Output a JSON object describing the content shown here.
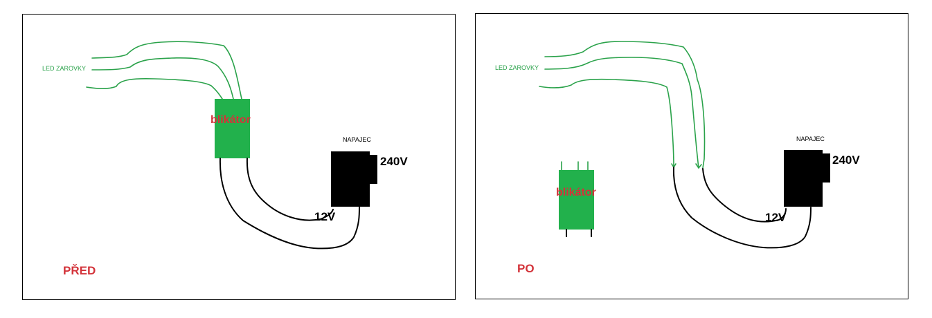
{
  "colors": {
    "wire_green": "#2aa24a",
    "blinker_green": "#22b14c",
    "adapter_black": "#000000",
    "label_red": "#d3333a"
  },
  "panels": [
    {
      "caption": "PŘED",
      "led_label": "LED ZAROVKY",
      "blinker_label": "blikátor",
      "adapter_label": "NAPAJEC",
      "mains_voltage": "240V",
      "output_voltage": "12V"
    },
    {
      "caption": "PO",
      "led_label": "LED ZAROVKY",
      "blinker_label": "blikátor",
      "adapter_label": "NAPAJEC",
      "mains_voltage": "240V",
      "output_voltage": "12V"
    }
  ]
}
